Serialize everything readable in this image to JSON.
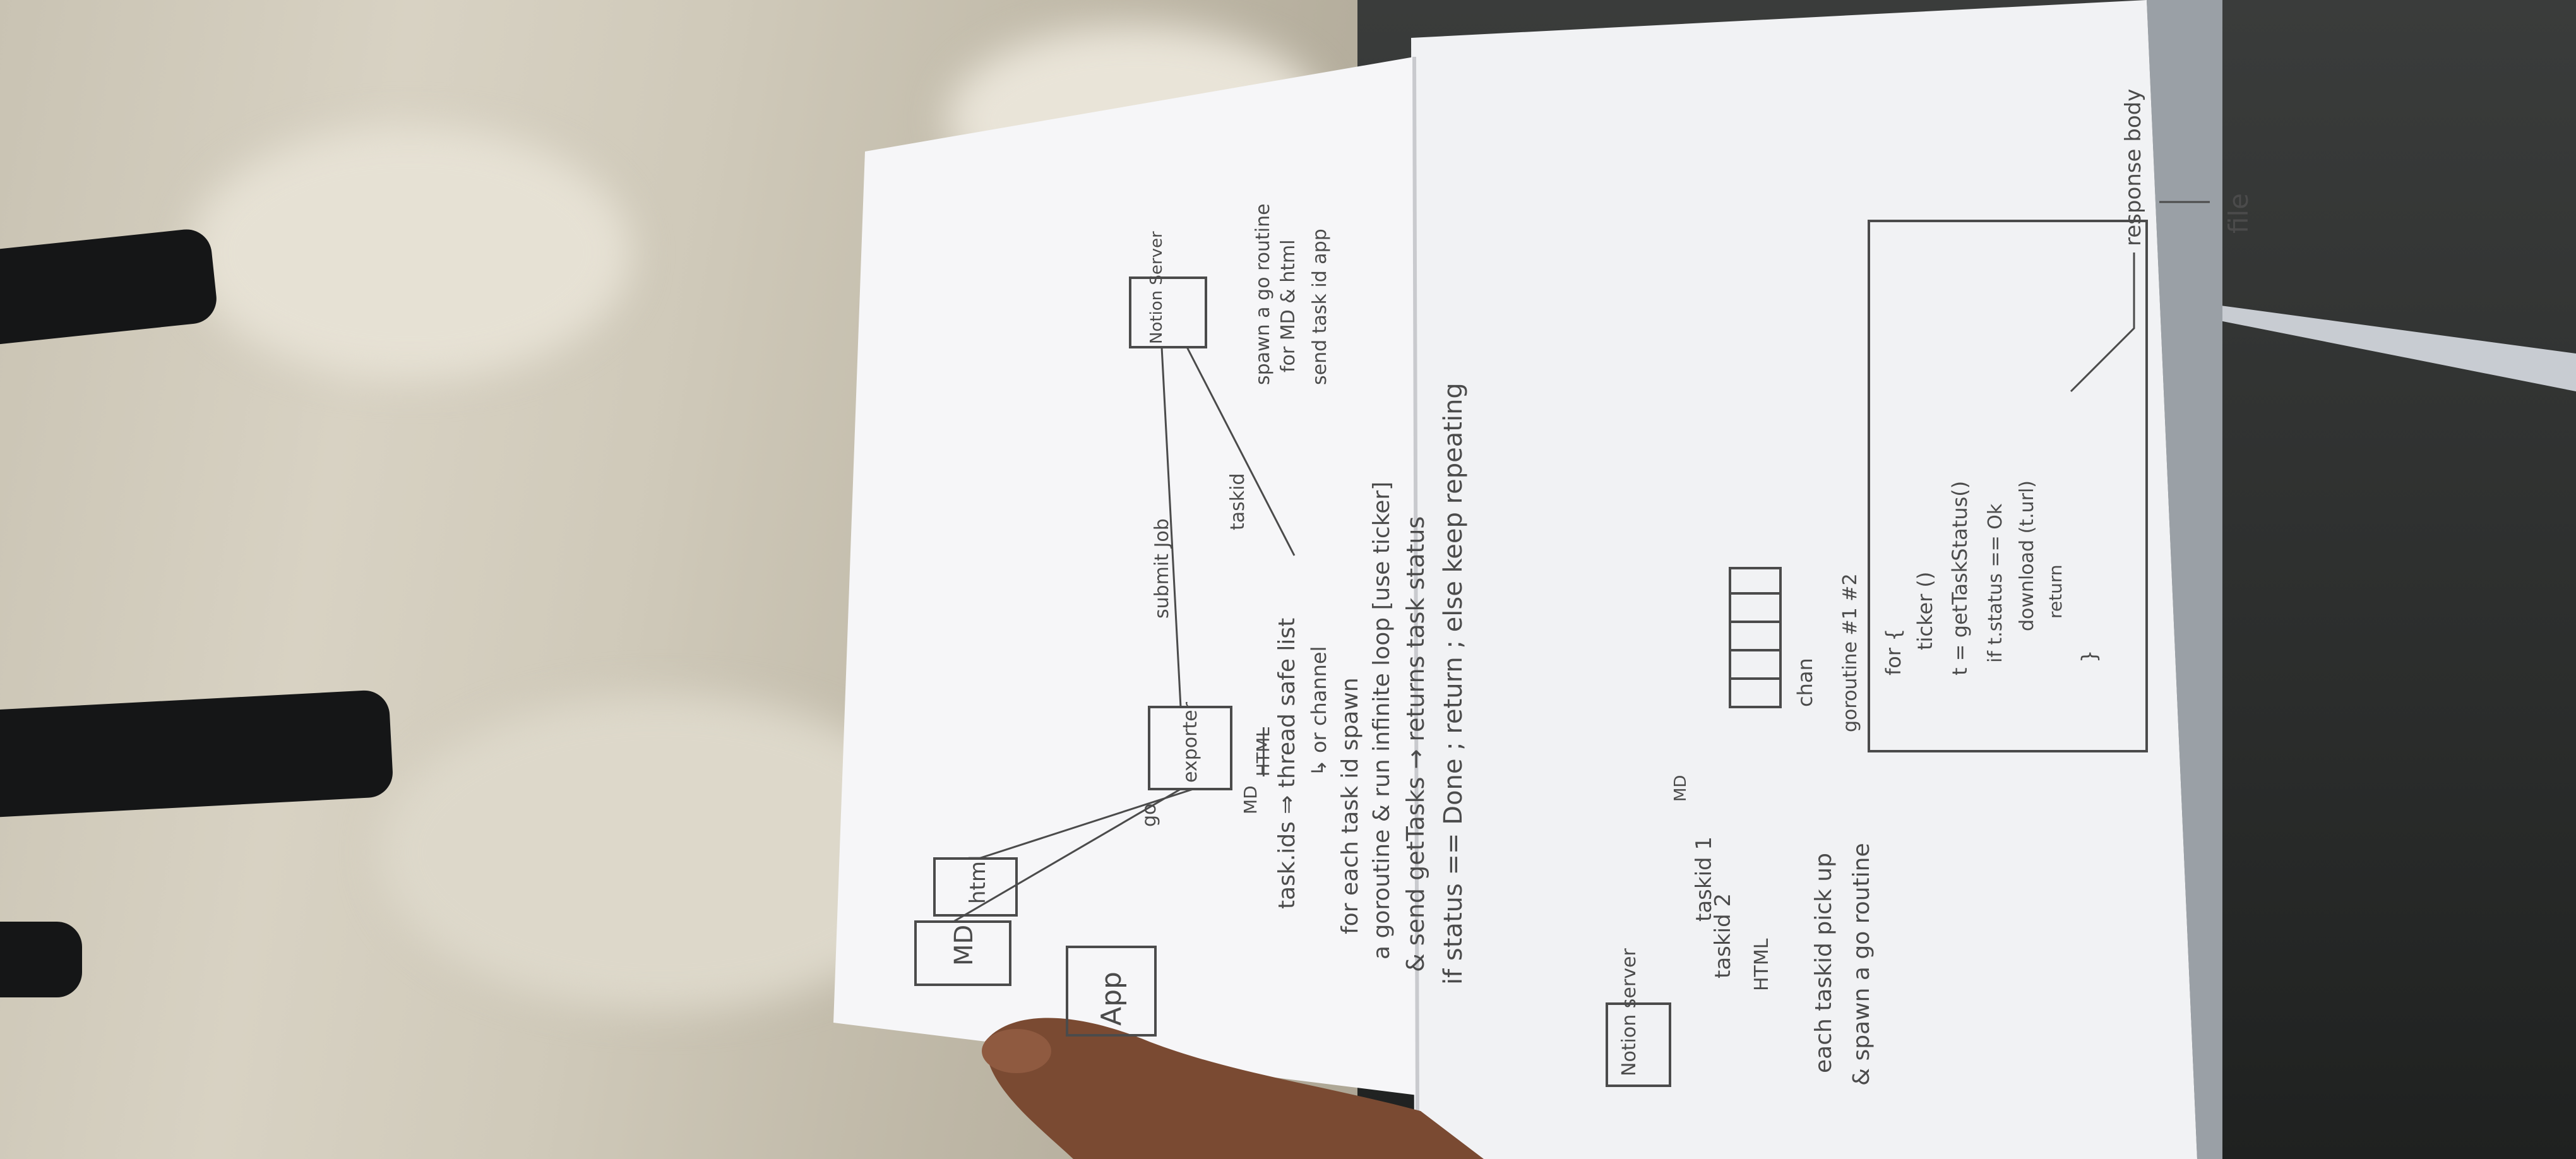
{
  "left_page": {
    "box_md": "MD",
    "box_html": "html",
    "box_app": "App",
    "label_go": "go",
    "label_md_mid": "MD",
    "label_html_strike": "HTML",
    "box_exporter": "exporter",
    "label_submit_job": "submit Job",
    "label_taskid": "taskid",
    "box_notion_server": "Notion Server",
    "line_taskid_threadsafe": "task.ids ⇒ thread safe list",
    "line_or_channel": "↳ or channel",
    "line_spawn": "spawn a go routine",
    "line_for_md_html": "for MD & html",
    "line_send_task_id": "send task id app",
    "line_for_each_task": "for each task id spawn",
    "line_goroutine_loop": "a goroutine & run infinite loop [use ticker]",
    "line_send_gettasks": "& send getTasks → returns task status",
    "line_status_done": "if status == Done ; return ; else keep repeating"
  },
  "right_page": {
    "box_notion_server": "Notion server",
    "label_md": "MD",
    "label_taskid1": "taskid 1",
    "label_taskid2": "taskid 2",
    "label_html": "HTML",
    "label_chan": "chan",
    "label_goroutine": "goroutine #1 #2",
    "code_for": "for {",
    "code_ticker": "ticker ()",
    "code_gettasks": "t = getTaskStatus()",
    "code_if_status": "if t.status == Ok",
    "code_download": "download (t.url)",
    "code_return": "return",
    "code_close": "}",
    "line_each_taskid": "each taskid pick up",
    "line_spawn_go": "& spawn a go routine",
    "label_response_body": "response body",
    "label_file": "file"
  },
  "colors": {
    "paper": "#f4f4f6",
    "pencil": "#4b4b4b",
    "floor": "#cfc9b9",
    "desk": "#2d2f2e"
  }
}
